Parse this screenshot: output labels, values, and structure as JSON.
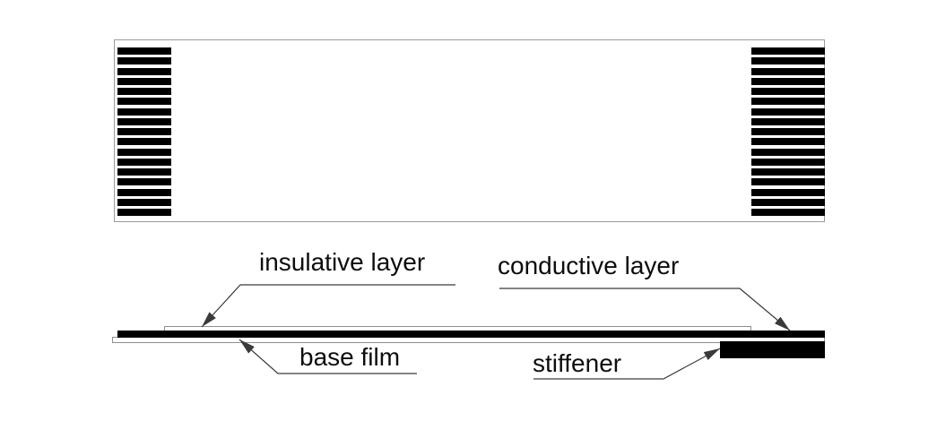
{
  "figure": {
    "labels": {
      "insulative_layer": "insulative layer",
      "conductive_layer": "conductive layer",
      "base_film": "base film",
      "stiffener": "stiffener"
    },
    "top_view": {
      "conductors_per_side": 17
    },
    "colors": {
      "ink": "#000000",
      "outline": "#8f8f8f",
      "leader_line": "#3a3a3a",
      "background": "#ffffff"
    }
  }
}
